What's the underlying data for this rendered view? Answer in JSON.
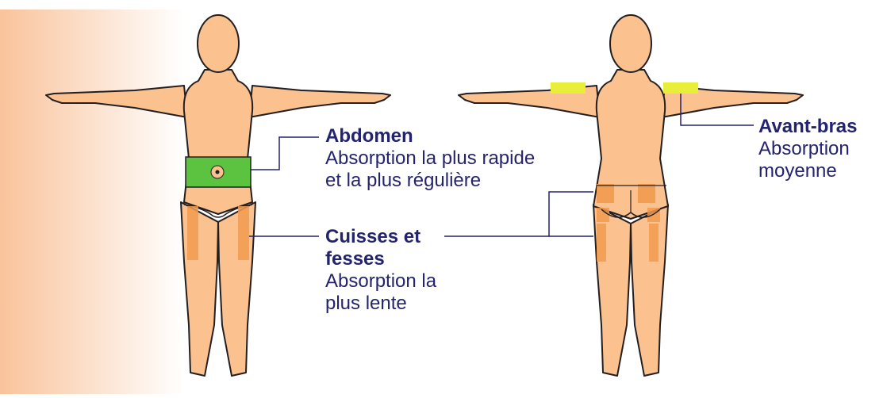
{
  "colors": {
    "skin": "#fbc18f",
    "outline": "#231f20",
    "abdomen_zone": "#5cc341",
    "thigh_zone": "#f19a4f",
    "arm_zone": "#e8ee3a",
    "leader_line": "#23236e",
    "label_text": "#23236e",
    "gradient_from": "#f9c39b",
    "gradient_to": "#ffffff"
  },
  "labels": {
    "abdomen": {
      "title": "Abdomen",
      "line1": "Absorption la plus rapide",
      "line2": "et la plus régulière"
    },
    "thighs": {
      "title1": "Cuisses et",
      "title2": "fesses",
      "line1": "Absorption la",
      "line2": "plus lente"
    },
    "arms": {
      "title": "Avant-bras",
      "line1": "Absorption",
      "line2": "moyenne"
    }
  }
}
